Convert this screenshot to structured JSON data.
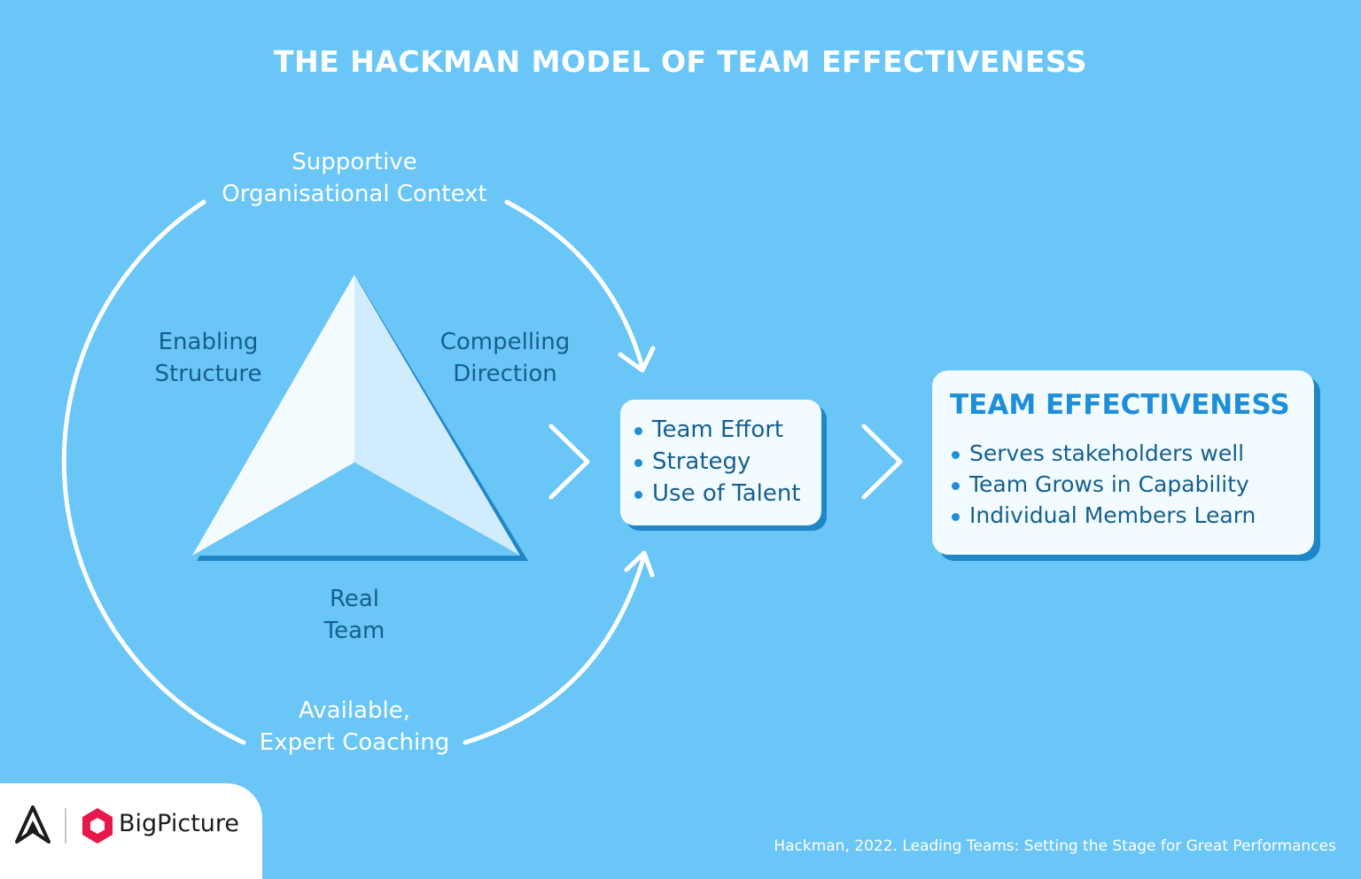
{
  "title": "THE HACKMAN MODEL OF TEAM EFFECTIVENESS",
  "context": {
    "top": [
      "Supportive",
      "Organisational Context"
    ],
    "bottom": [
      "Available,",
      "Expert Coaching"
    ]
  },
  "triangle": {
    "left_label": [
      "Enabling",
      "Structure"
    ],
    "right_label": [
      "Compelling",
      "Direction"
    ],
    "bottom_label": [
      "Real",
      "Team"
    ]
  },
  "process_box": {
    "items": [
      "Team Effort",
      "Strategy",
      "Use of Talent"
    ]
  },
  "outcome_box": {
    "heading": "TEAM EFFECTIVENESS",
    "items": [
      "Serves stakeholders well",
      "Team Grows in Capability",
      "Individual Members Learn"
    ]
  },
  "brand": {
    "name": "BigPicture",
    "icons": [
      "atlassian-style-logo-icon",
      "bigpicture-hexagon-icon"
    ]
  },
  "citation": "Hackman, 2022. Leading Teams: Setting the Stage for Great Performances",
  "colors": {
    "background": "#6ac6f7",
    "text_dark": "#155f8f",
    "accent": "#1d8ed8",
    "box_shadow": "#1f86c7",
    "brand_pink": "#e6194b"
  }
}
